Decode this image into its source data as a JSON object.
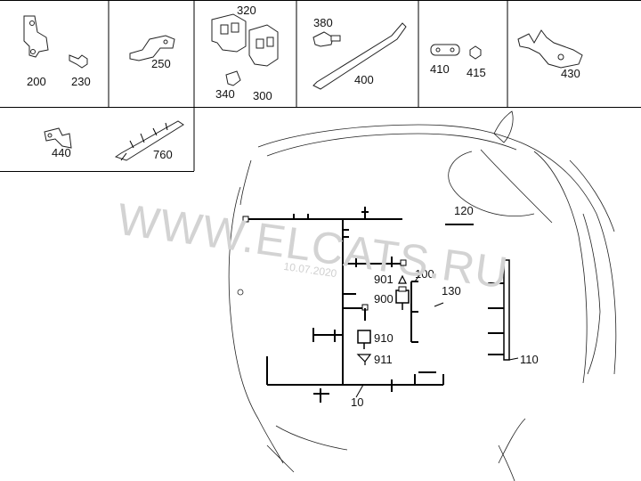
{
  "parts_grid": {
    "cell_200_230": {
      "label_a": "200",
      "label_b": "230"
    },
    "cell_250": {
      "label": "250"
    },
    "cell_320_340_300": {
      "label_a": "320",
      "label_b": "340",
      "label_c": "300"
    },
    "cell_380_400": {
      "label_a": "380",
      "label_b": "400"
    },
    "cell_410_415": {
      "label_a": "410",
      "label_b": "415"
    },
    "cell_430": {
      "label": "430"
    },
    "cell_440": {
      "label": "440"
    },
    "cell_760": {
      "label": "760"
    }
  },
  "callouts": {
    "c120": "120",
    "c100": "100",
    "c901": "901",
    "c900": "900",
    "c130": "130",
    "c910": "910",
    "c911": "911",
    "c110": "110",
    "c10": "10"
  },
  "watermark": {
    "text": "WWW.ELCATS.RU",
    "date": "10.07.2020"
  },
  "colors": {
    "line": "#000000",
    "background": "#ffffff",
    "watermark": "#d3d3d3"
  }
}
